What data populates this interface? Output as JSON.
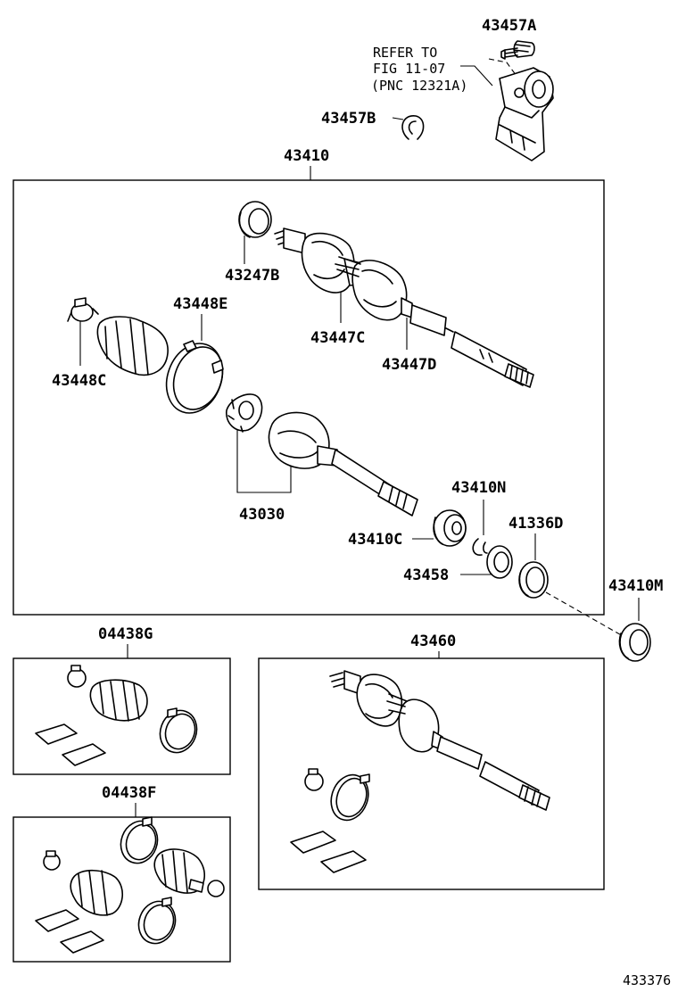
{
  "refer_note": {
    "line1": "REFER TO",
    "line2": "FIG 11-07",
    "line3": "(PNC 12321A)"
  },
  "labels": {
    "p43457A": "43457A",
    "p43457B": "43457B",
    "p43410": "43410",
    "p43247B": "43247B",
    "p43448E": "43448E",
    "p43448C": "43448C",
    "p43447C": "43447C",
    "p43447D": "43447D",
    "p43030": "43030",
    "p43410N": "43410N",
    "p43410C": "43410C",
    "p41336D": "41336D",
    "p43458": "43458",
    "p43410M": "43410M",
    "p04438G": "04438G",
    "p43460": "43460",
    "p04438F": "04438F"
  },
  "figure_number": "433376"
}
